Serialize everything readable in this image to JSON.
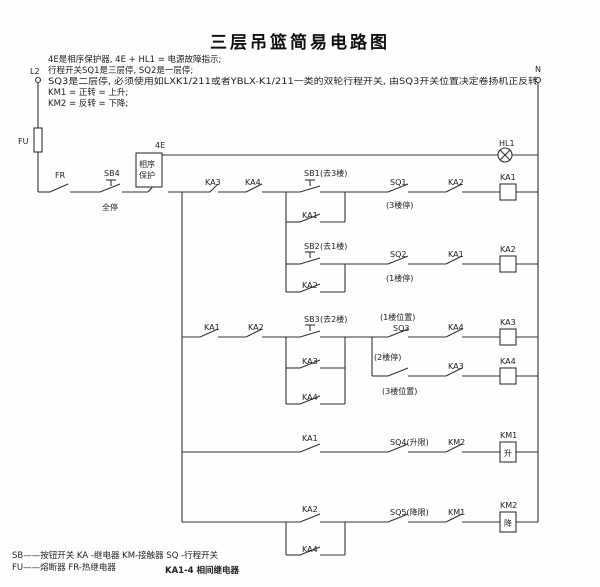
{
  "title": "三层吊篮简易电路图",
  "notes": [
    "4E是相序保护器, 4E + HL1 = 电源故障指示;",
    "行程开关SQ1是三层停, SQ2是一层停;",
    "SQ3是二层停, 必须使用如LXK1/211或者YBLX-K1/211一类的双轮行程开关, 由SQ3开关位置决定卷扬机正反转",
    "KM1 = 正转 = 上升;",
    "KM2 = 反转 = 下降;"
  ],
  "rails": {
    "left": "L2",
    "right": "N"
  },
  "components": {
    "fu": "FU",
    "fr": "FR",
    "sb4": "SB4",
    "sb4_note": "全停",
    "e4": "4E",
    "e4_note1": "相序",
    "e4_note2": "保护",
    "hl1": "HL1",
    "r1": {
      "c1": "KA3",
      "c2": "KA4",
      "sb": "SB1",
      "sb_note": "(去3楼)",
      "sq": "SQ1",
      "sq_note": "(3楼停)",
      "c3": "KA2",
      "coil": "KA1",
      "hold": "KA1"
    },
    "r2": {
      "sb": "SB2",
      "sb_note": "(去1楼)",
      "sq": "SQ2",
      "sq_note": "(1楼停)",
      "c3": "KA1",
      "coil": "KA2",
      "hold": "KA2"
    },
    "r3": {
      "c1": "KA1",
      "c2": "KA2",
      "sb": "SB3",
      "sb_note": "(去2楼)",
      "sq_note_top": "(1楼位置)",
      "sq": "SQ3",
      "c3": "KA4",
      "coil": "KA3",
      "hold": "KA3",
      "hold2": "KA4",
      "sq_note_mid": "(2楼停)",
      "sq_note_bot": "(3楼位置)",
      "c4": "KA3",
      "coil2": "KA4"
    },
    "r4": {
      "c1": "KA1",
      "sq": "SQ4(升限)",
      "c2": "KM2",
      "coil": "KM1",
      "coil_note": "升"
    },
    "r5": {
      "c1": "KA2",
      "c2": "KA4",
      "sq": "SQ5(降限)",
      "c3": "KM1",
      "coil": "KM2",
      "coil_note": "降"
    }
  },
  "legend": {
    "line1": "SB——按钮开关  KA -继电器 KM-接触器  SQ -行程开关",
    "line2": "FU——熔断器  FR-热继电器",
    "line3": "KA1-4 相间继电器"
  }
}
